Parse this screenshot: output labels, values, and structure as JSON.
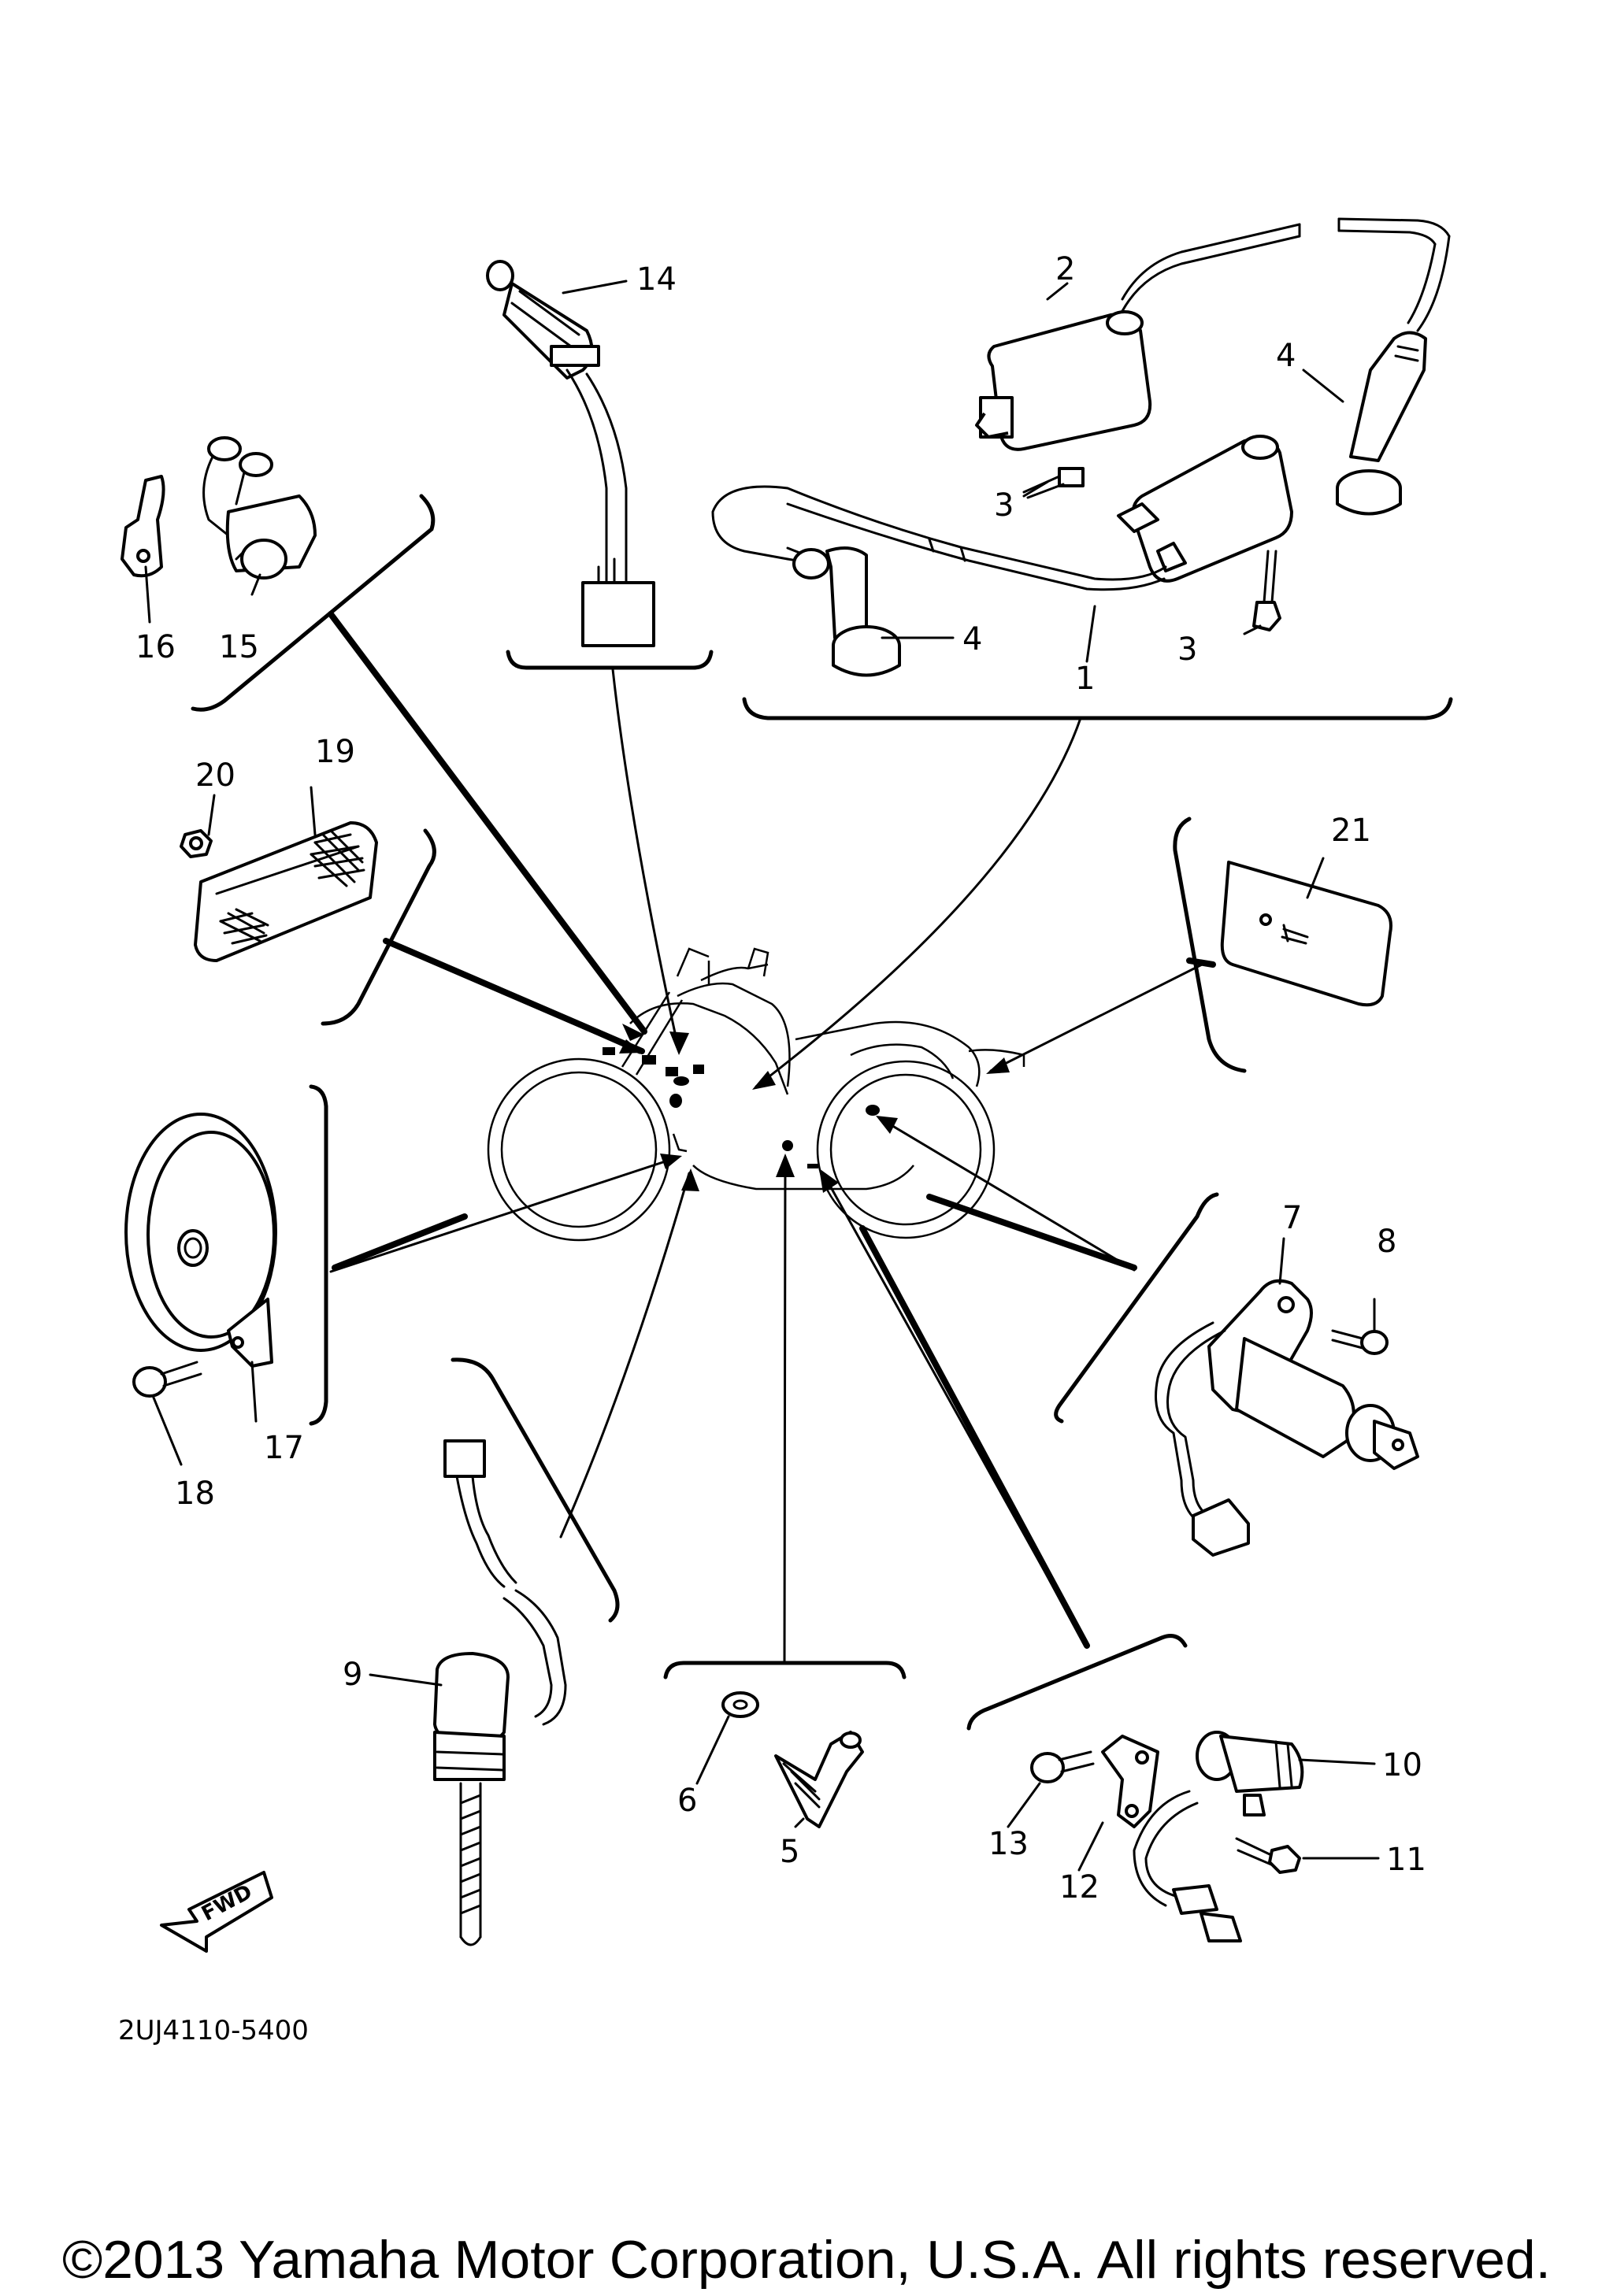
{
  "diagram": {
    "code": "2UJ4110-5400",
    "copyright": "©2013 Yamaha Motor Corporation, U.S.A. All rights reserved.",
    "fwd_label": "FWD",
    "callouts": {
      "c1": "1",
      "c2": "2",
      "c3a": "3",
      "c3b": "3",
      "c4a": "4",
      "c4b": "4",
      "c5": "5",
      "c6": "6",
      "c7": "7",
      "c8": "8",
      "c9": "9",
      "c10": "10",
      "c11": "11",
      "c12": "12",
      "c13": "13",
      "c14": "14",
      "c15": "15",
      "c16": "16",
      "c17": "17",
      "c18": "18",
      "c19": "19",
      "c20": "20",
      "c21": "21"
    }
  }
}
